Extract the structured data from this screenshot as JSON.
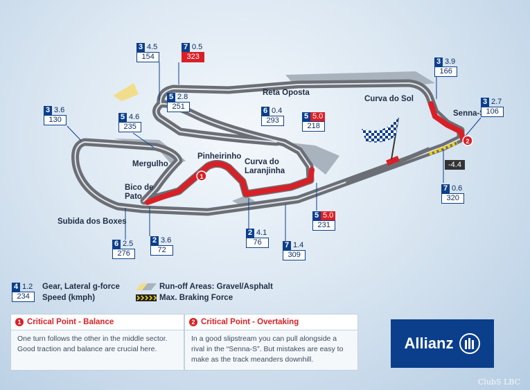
{
  "corner_boxes": [
    {
      "gear": "3",
      "g": "4.5",
      "speed": "154",
      "g_red": false,
      "speed_red": false
    },
    {
      "gear": "7",
      "g": "0.5",
      "speed": "323",
      "g_red": false,
      "speed_red": true
    },
    {
      "gear": "5",
      "g": "2.8",
      "speed": "251",
      "g_red": false,
      "speed_red": false
    },
    {
      "gear": "3",
      "g": "3.6",
      "speed": "130",
      "g_red": false,
      "speed_red": false
    },
    {
      "gear": "5",
      "g": "4.6",
      "speed": "235",
      "g_red": false,
      "speed_red": false
    },
    {
      "gear": "6",
      "g": "0.4",
      "speed": "293",
      "g_red": false,
      "speed_red": false
    },
    {
      "gear": "5",
      "g": "5.0",
      "speed": "218",
      "g_red": true,
      "speed_red": false
    },
    {
      "gear": "3",
      "g": "3.9",
      "speed": "166",
      "g_red": false,
      "speed_red": false
    },
    {
      "gear": "3",
      "g": "2.7",
      "speed": "106",
      "g_red": false,
      "speed_red": false
    },
    {
      "gear": "7",
      "g": "0.6",
      "speed": "320",
      "g_red": false,
      "speed_red": false
    },
    {
      "gear": "5",
      "g": "5.0",
      "speed": "231",
      "g_red": true,
      "speed_red": false
    },
    {
      "gear": "2",
      "g": "4.1",
      "speed": "76",
      "g_red": false,
      "speed_red": false
    },
    {
      "gear": "7",
      "g": "1.4",
      "speed": "309",
      "g_red": false,
      "speed_red": false
    },
    {
      "gear": "2",
      "g": "3.6",
      "speed": "72",
      "g_red": false,
      "speed_red": false
    },
    {
      "gear": "6",
      "g": "2.5",
      "speed": "276",
      "g_red": false,
      "speed_red": false
    }
  ],
  "braking_value": "-4.4",
  "corner_names": {
    "reta_oposta": "Reta Oposta",
    "curva_do_sol": "Curva do Sol",
    "senna_s": "Senna-S",
    "pinheirinho": "Pinheirinho",
    "mergulho": "Mergulho",
    "curva_do_laranjinha_1": "Curva do",
    "curva_do_laranjinha_2": "Laranjinha",
    "bico_de_pato_1": "Bico de",
    "bico_de_pato_2": "Pato",
    "subida_dos_boxes": "Subida dos Boxes"
  },
  "critical_markers": [
    "1",
    "2"
  ],
  "legend": {
    "example_gear": "4",
    "example_g": "1.2",
    "example_speed": "234",
    "gear_label": "Gear, Lateral g-force",
    "speed_label": "Speed (kmph)",
    "runoff_label": "Run-off Areas: Gravel/Asphalt",
    "braking_label": "Max. Braking Force"
  },
  "panels": [
    {
      "num": "1",
      "title": "Critical Point - Balance",
      "text": "One turn follows the other in the middle sector. Good traction and balance are crucial here."
    },
    {
      "num": "2",
      "title": "Critical Point - Overtaking",
      "text": "In a good slipstream you can pull alongside a rival in the “Senna-S”. But mistakes are easy to make as the track meanders downhill."
    }
  ],
  "brand": "Allianz",
  "credit": "ClubS LBC",
  "colors": {
    "brand_blue": "#0b3f8c",
    "critical_red": "#d92027",
    "track_grey": "#6b6f75",
    "runoff": "#f2dd8a"
  }
}
